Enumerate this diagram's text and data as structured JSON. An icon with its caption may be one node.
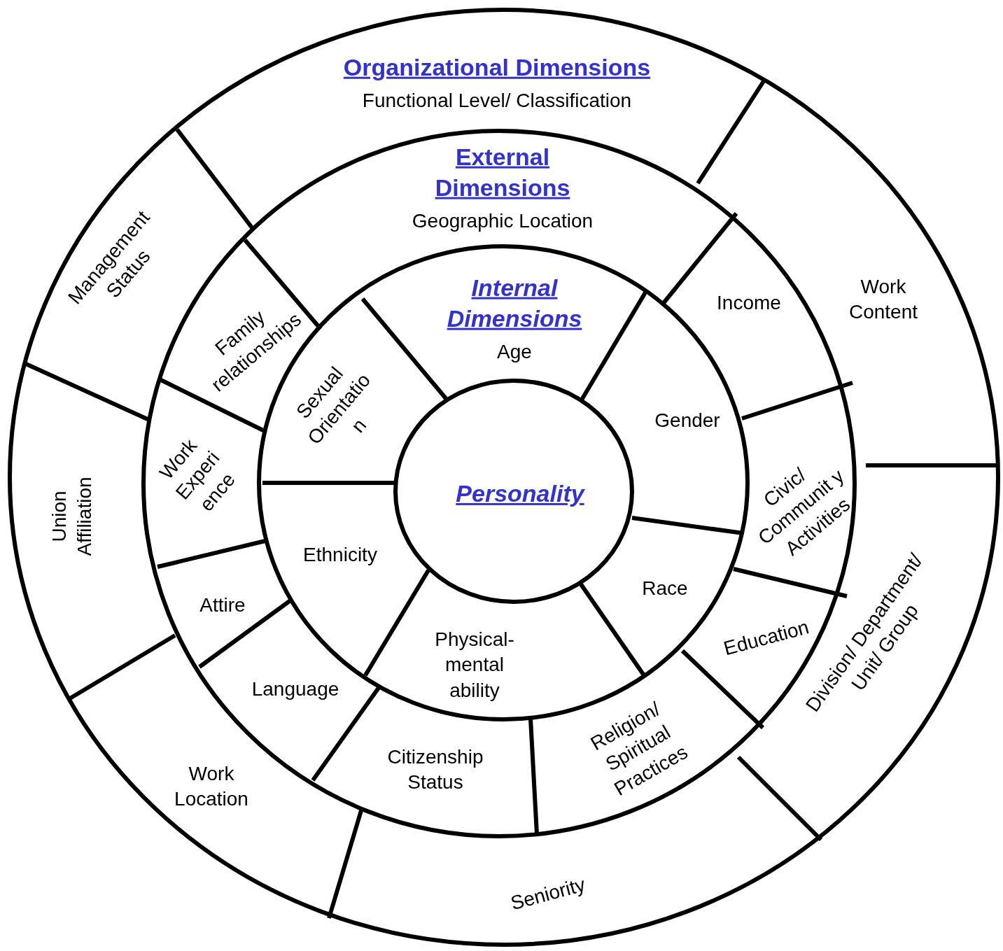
{
  "diagram": {
    "nodes": [
      {
        "text": [
          "Organizational Dimensions",
          "Functional Level/ Classification"
        ]
      },
      {
        "text": [
          "Work Content"
        ]
      },
      {
        "text": [
          "Division/ Department/ Unit/ Group"
        ]
      },
      {
        "text": [
          "Seniority"
        ]
      },
      {
        "text": [
          "Work Location"
        ]
      },
      {
        "text": [
          "Union Affiliation"
        ]
      },
      {
        "text": [
          "Management Status"
        ]
      },
      {
        "text": [
          "External Dimensions",
          "Geographic Location"
        ]
      },
      {
        "text": [
          "Income"
        ]
      },
      {
        "text": [
          "Civic/ Communit y Activities"
        ]
      },
      {
        "text": [
          "Education"
        ]
      },
      {
        "text": [
          "Religion/ Spiritual Practices"
        ]
      },
      {
        "text": [
          "Citizenship Status"
        ]
      },
      {
        "text": [
          "Language"
        ]
      },
      {
        "text": [
          "Attire"
        ]
      },
      {
        "text": [
          "Work Experi ence"
        ]
      },
      {
        "text": [
          "Family relationships"
        ]
      },
      {
        "text": [
          "Internal Dimensions",
          "Age"
        ]
      },
      {
        "text": [
          "Gender"
        ]
      },
      {
        "text": [
          "Race"
        ]
      },
      {
        "text": [
          "Physical- mental ability"
        ]
      },
      {
        "text": [
          "Ethnicity"
        ]
      },
      {
        "text": [
          "Sexual Orientatio n"
        ]
      },
      {
        "text": [
          "Personality"
        ]
      }
    ]
  }
}
